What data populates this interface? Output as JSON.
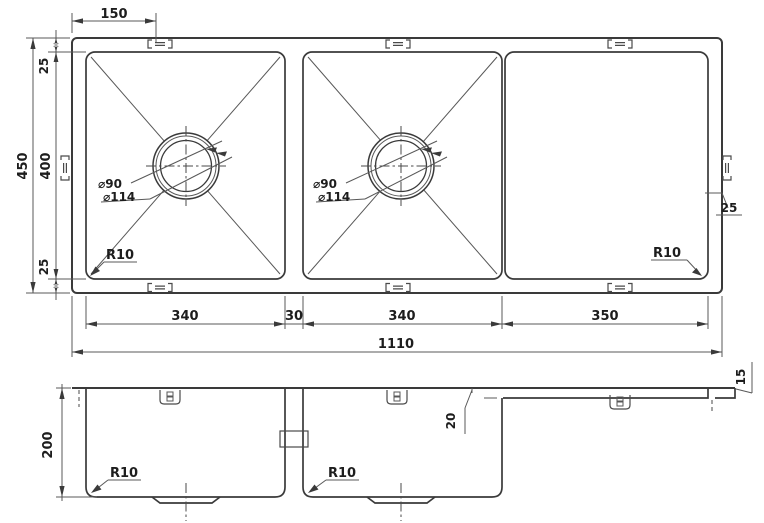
{
  "drawing_title": "double bowl sink with drainer - dimensioned technical drawing",
  "top_view": {
    "dim_clip_offset": "150",
    "dim_overall_depth": "450",
    "dim_rim_top": "25",
    "dim_bowl_depth": "400",
    "dim_rim_bottom": "25",
    "dim_rim_right": "25",
    "dim_bowl1_width": "340",
    "dim_divider": "30",
    "dim_bowl2_width": "340",
    "dim_drainer_width": "350",
    "dim_overall_width": "1110",
    "bowl1_drain_inner": "⌀90",
    "bowl1_drain_outer": "⌀114",
    "bowl2_drain_inner": "⌀90",
    "bowl2_drain_outer": "⌀114",
    "bowl1_corner_radius": "R10",
    "drainer_corner_radius": "R10"
  },
  "side_view": {
    "dim_bowl_depth": "200",
    "dim_drainer_depth": "20",
    "dim_rim_height": "15",
    "bowl1_corner_radius": "R10",
    "bowl2_corner_radius": "R10"
  }
}
